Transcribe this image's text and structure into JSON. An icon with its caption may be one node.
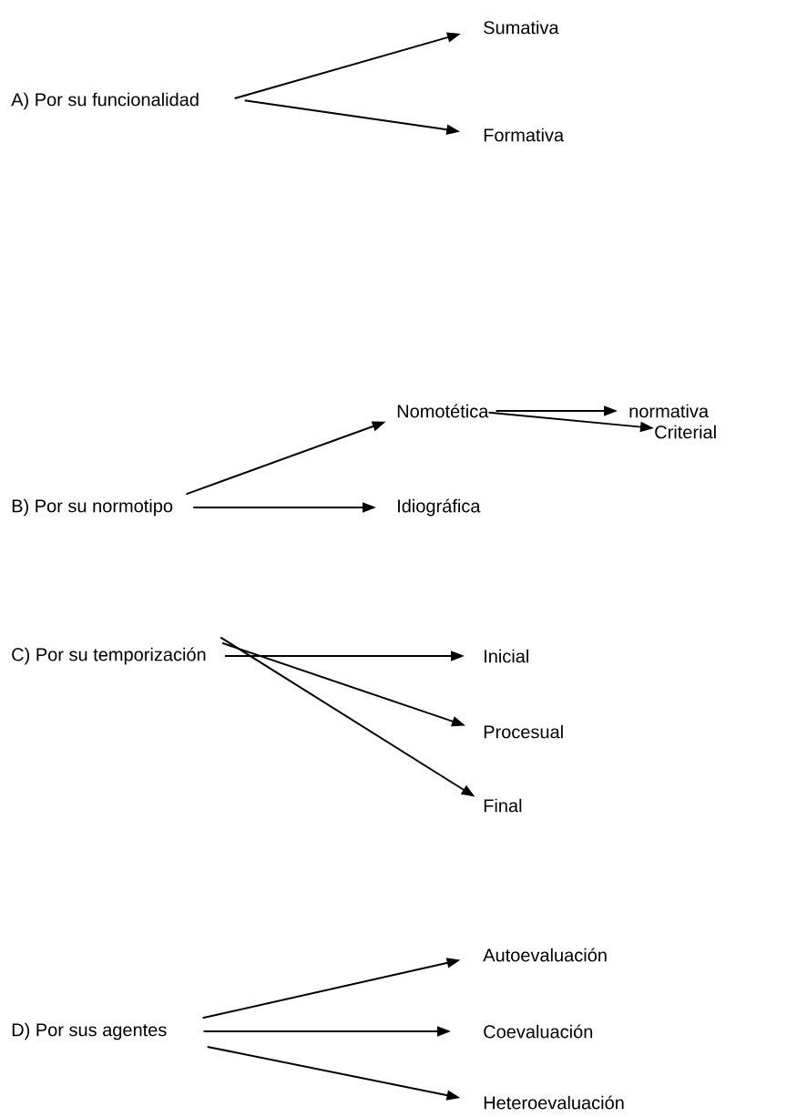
{
  "diagram": {
    "nodes": [
      {
        "text": [
          "A) Por su funcionalidad"
        ]
      },
      {
        "text": [
          "Sumativa"
        ]
      },
      {
        "text": [
          "Formativa"
        ]
      },
      {
        "text": [
          "Nomotética"
        ]
      },
      {
        "text": [
          "normativa"
        ]
      },
      {
        "text": [
          "Criterial"
        ]
      },
      {
        "text": [
          "B) Por su normotipo"
        ]
      },
      {
        "text": [
          "Idiográfica"
        ]
      },
      {
        "text": [
          "C) Por su temporización"
        ]
      },
      {
        "text": [
          "Inicial"
        ]
      },
      {
        "text": [
          "Procesual"
        ]
      },
      {
        "text": [
          "Final"
        ]
      },
      {
        "text": [
          "Autoevaluación"
        ]
      },
      {
        "text": [
          "D) Por sus agentes"
        ]
      },
      {
        "text": [
          "Coevaluación"
        ]
      },
      {
        "text": [
          "Heteroevaluación"
        ]
      }
    ],
    "edges": [
      {
        "from": 0,
        "to": 1,
        "arrow": "to"
      },
      {
        "from": 0,
        "to": 2,
        "arrow": "to"
      },
      {
        "from": 3,
        "to": 4,
        "arrow": "to"
      },
      {
        "from": 3,
        "to": 5,
        "arrow": "to"
      },
      {
        "from": 6,
        "to": 3,
        "arrow": "to"
      },
      {
        "from": 6,
        "to": 7,
        "arrow": "to"
      },
      {
        "from": 8,
        "to": 9,
        "arrow": "to"
      },
      {
        "from": 8,
        "to": 10,
        "arrow": "to"
      },
      {
        "from": 8,
        "to": 11,
        "arrow": "to"
      },
      {
        "from": 13,
        "to": 12,
        "arrow": "to"
      },
      {
        "from": 13,
        "to": 14,
        "arrow": "to"
      },
      {
        "from": 13,
        "to": 15,
        "arrow": "to"
      }
    ]
  }
}
